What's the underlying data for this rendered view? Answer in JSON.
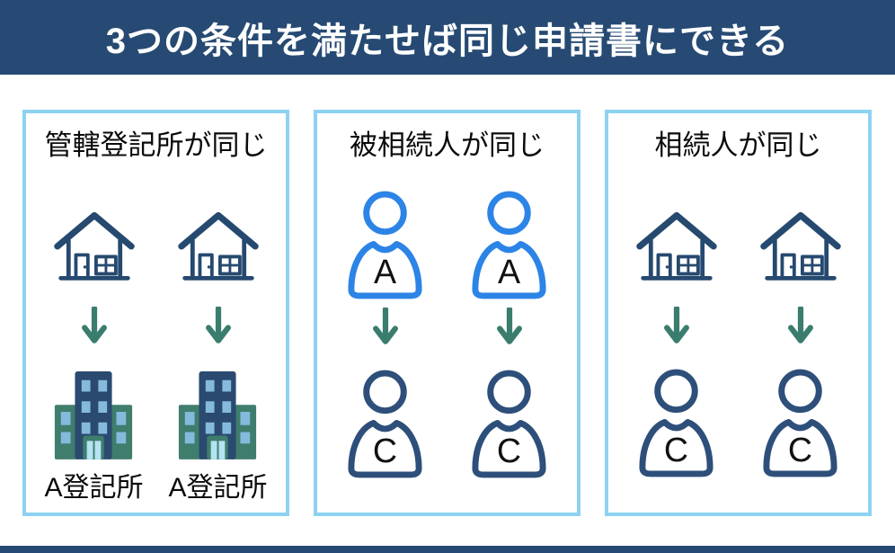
{
  "title": "3つの条件を満たせば同じ申請書にできる",
  "colors": {
    "header_bg": "#264a73",
    "footer_bg": "#264a73",
    "title_text": "#ffffff",
    "panel_border": "#8ed2f2",
    "heading_text": "#0b0b0b",
    "label_text": "#0b0b0b",
    "arrow": "#3a7d6e",
    "house": "#26496f",
    "person_blue": "#2c84e6",
    "person_navy": "#2d4f7a",
    "person_letter": "#111111",
    "building_main": "#2a4a70",
    "building_wing": "#3f7d6d",
    "building_window": "#85badc",
    "building_door": "#b5e3f2"
  },
  "panels": [
    {
      "heading": "管轄登記所が同じ",
      "top_icons": [
        "house",
        "house"
      ],
      "arrow_icons": [
        "down-arrow",
        "down-arrow"
      ],
      "bottom_items": [
        {
          "icon": "registry-office-building",
          "label": "A登記所"
        },
        {
          "icon": "registry-office-building",
          "label": "A登記所"
        }
      ]
    },
    {
      "heading": "被相続人が同じ",
      "top_items": [
        {
          "icon": "person-blue",
          "letter": "A"
        },
        {
          "icon": "person-blue",
          "letter": "A"
        }
      ],
      "arrow_icons": [
        "down-arrow",
        "down-arrow"
      ],
      "bottom_items": [
        {
          "icon": "person-navy",
          "letter": "C"
        },
        {
          "icon": "person-navy",
          "letter": "C"
        }
      ]
    },
    {
      "heading": "相続人が同じ",
      "top_icons": [
        "house",
        "house"
      ],
      "arrow_icons": [
        "down-arrow",
        "down-arrow"
      ],
      "bottom_items": [
        {
          "icon": "person-navy",
          "letter": "C"
        },
        {
          "icon": "person-navy",
          "letter": "C"
        }
      ]
    }
  ]
}
